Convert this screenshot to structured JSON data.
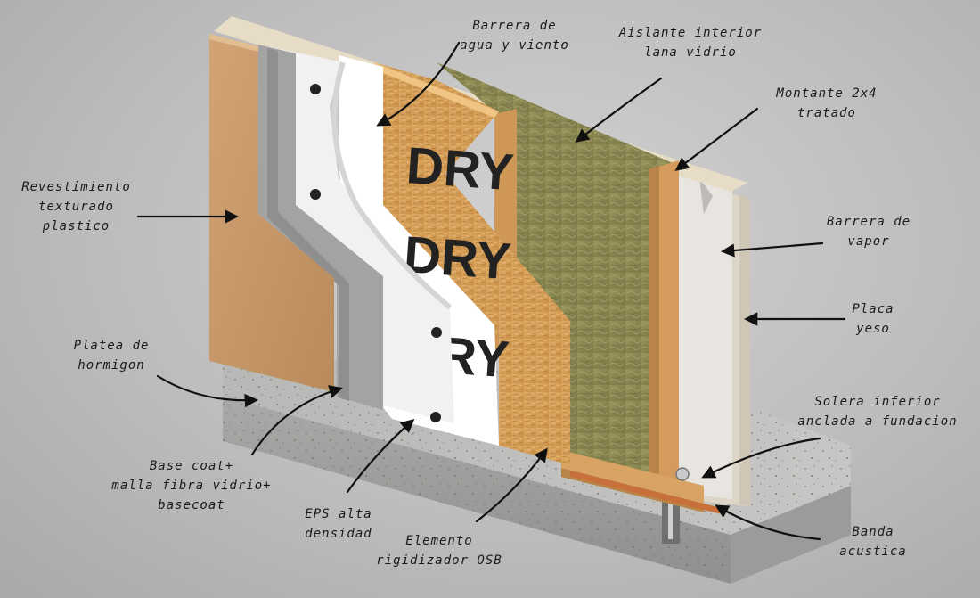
{
  "labels": {
    "revestimiento": [
      "Revestimiento",
      "texturado",
      "plastico"
    ],
    "barrera_agua": [
      "Barrera de",
      "agua y viento"
    ],
    "aislante": [
      "Aislante interior",
      "lana vidrio"
    ],
    "montante": [
      "Montante 2x4",
      "tratado"
    ],
    "barrera_vapor": [
      "Barrera de",
      "vapor"
    ],
    "placa_yeso": [
      "Placa",
      "yeso"
    ],
    "platea": [
      "Platea de",
      "hormigon"
    ],
    "solera": [
      "Solera inferior",
      "anclada a fundacion"
    ],
    "base_coat": [
      "Base coat+",
      "malla fibra vidrio+",
      "basecoat"
    ],
    "eps": [
      "EPS alta",
      "densidad"
    ],
    "osb": [
      "Elemento",
      "rigidizador OSB"
    ],
    "banda": [
      "Banda",
      "acustica"
    ]
  },
  "membrane_text": [
    "DRY",
    "DRY",
    "DRY"
  ],
  "colors": {
    "stucco": "#c9996a",
    "basecoat": "#9a9a9a",
    "eps": "#f1f1f1",
    "membrane": "#ffffff",
    "osb": "#d9a45c",
    "wool": "#8c8a55",
    "stud": "#d49b5c",
    "gypsum": "#ddd5c6",
    "concrete": "#a7a7a5",
    "acoustic_band": "#c8703a"
  }
}
